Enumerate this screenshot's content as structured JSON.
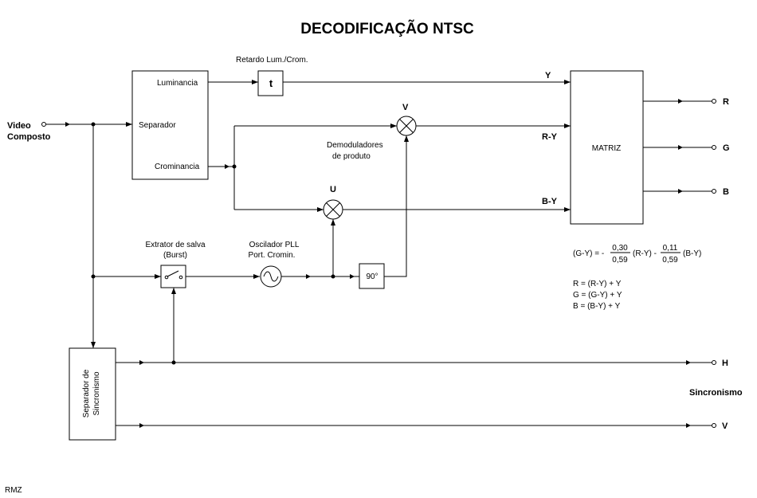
{
  "title": "DECODIFICAÇÃO  NTSC",
  "input": {
    "line1": "Video",
    "line2": "Composto"
  },
  "separador": {
    "luminancia": "Luminancia",
    "separador": "Separador",
    "crominancia": "Crominancia"
  },
  "retardo": {
    "label": "Retardo Lum./Crom.",
    "symbol": "t"
  },
  "signals": {
    "y": "Y",
    "ry": "R-Y",
    "by": "B-Y"
  },
  "mixers": {
    "v": "V",
    "u": "U"
  },
  "demod": {
    "line1": "Demoduladores",
    "line2": "de produto"
  },
  "matriz": "MATRIZ",
  "outputs": {
    "r": "R",
    "g": "G",
    "b": "B",
    "h": "H",
    "v": "V"
  },
  "extrator": {
    "line1": "Extrator de salva",
    "line2": "(Burst)"
  },
  "oscilador": {
    "line1": "Oscilador PLL",
    "line2": "Port. Cromin."
  },
  "phase": "90°",
  "sync_separator": {
    "line1": "Separador de",
    "line2": "Sincronismo"
  },
  "sync_label": "Sincronismo",
  "formula": {
    "left": "(G-Y) = -",
    "f1_num": "0,30",
    "f1_den": "0,59",
    "term1": "(R-Y) -",
    "f2_num": "0,11",
    "f2_den": "0,59",
    "term2": "(B-Y)"
  },
  "equations": [
    "R = (R-Y) + Y",
    "G = (G-Y) + Y",
    "B = (B-Y) + Y"
  ],
  "credit": "RMZ",
  "icons": [
    "mixer-icon",
    "sine-wave-icon",
    "switch-icon",
    "arrow-icon",
    "terminal-icon"
  ]
}
